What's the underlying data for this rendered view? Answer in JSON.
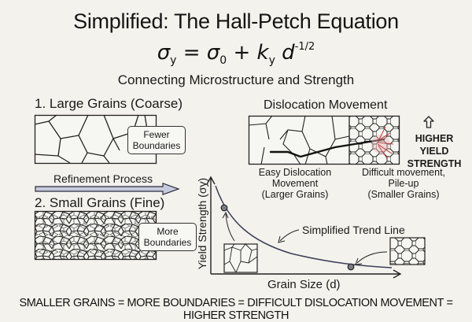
{
  "header": {
    "title": "Simplified: The Hall-Petch Equation",
    "equation": {
      "lhs_symbol": "σ",
      "lhs_sub": "y",
      "equals": "=",
      "term1_symbol": "σ",
      "term1_sub": "0",
      "plus": "+",
      "term2_symbol": "k",
      "term2_sub": "y",
      "term3_symbol": "d",
      "term3_sup": "-1/2"
    },
    "subtitle": "Connecting Microstructure and Strength"
  },
  "left_panel": {
    "large_grains": {
      "label": "1. Large Grains (Coarse)",
      "callout": [
        "Fewer",
        "Boundaries"
      ]
    },
    "refinement_arrow": {
      "label": "Refinement Process"
    },
    "small_grains": {
      "label": "2. Small Grains (Fine)",
      "callout": [
        "More",
        "Boundaries"
      ]
    }
  },
  "dislocation_panel": {
    "title": "Dislocation Movement",
    "left_caption": [
      "Easy Dislocation",
      "Movement",
      "(Larger Grains)"
    ],
    "right_caption": [
      "Difficult movement,",
      "Pile-up",
      "(Smaller Grains)"
    ],
    "side_label": [
      "HIGHER YIELD",
      "STRENGTH"
    ],
    "pileup_color": "#c0393b"
  },
  "chart_data": {
    "type": "line",
    "title": "",
    "xlabel": "Grain Size (d)",
    "ylabel": "Yield Strength (σy)",
    "grid": false,
    "axis_ticks": "none",
    "series": [
      {
        "name": "Simplified Trend Line",
        "description": "Hall-Petch decreasing curve, yield strength falls as grain size increases (qualitative, no numeric scale)",
        "x_relative": [
          0.05,
          0.1,
          0.2,
          0.3,
          0.45,
          0.6,
          0.75,
          0.9,
          0.98
        ],
        "y_relative": [
          0.95,
          0.78,
          0.55,
          0.4,
          0.26,
          0.17,
          0.11,
          0.08,
          0.07
        ]
      }
    ],
    "highlighted_points": [
      {
        "x_relative": 0.09,
        "y_relative": 0.8,
        "annotation": "large-grain thumbnail arrow"
      },
      {
        "x_relative": 0.76,
        "y_relative": 0.1,
        "annotation": "small-grain thumbnail arrow"
      }
    ],
    "annotations": [
      "Simplified Trend Line"
    ],
    "line_color": "#3c3f5a",
    "point_color": "#7b7d86"
  },
  "footer": {
    "text": "SMALLER GRAINS = MORE BOUNDARIES = DIFFICULT DISLOCATION MOVEMENT = HIGHER STRENGTH"
  }
}
